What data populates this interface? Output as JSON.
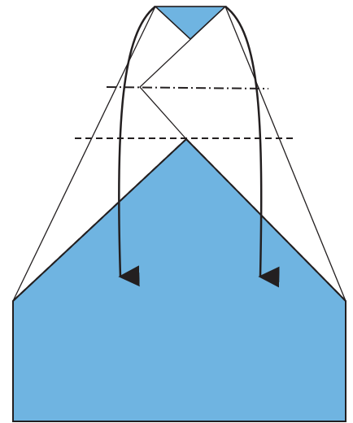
{
  "diagram": {
    "type": "origami-fold-instruction",
    "colors": {
      "paper_colored_side": "#6fb4e1",
      "paper_white_side": "#ffffff",
      "outline": "#231f20",
      "arrow": "#231f20"
    },
    "line_styles": {
      "outline": "solid",
      "valley_fold": "dashed",
      "mountain_fold": "dash-dot"
    },
    "arrows": [
      {
        "direction": "down",
        "side": "left"
      },
      {
        "direction": "down",
        "side": "right"
      }
    ]
  }
}
